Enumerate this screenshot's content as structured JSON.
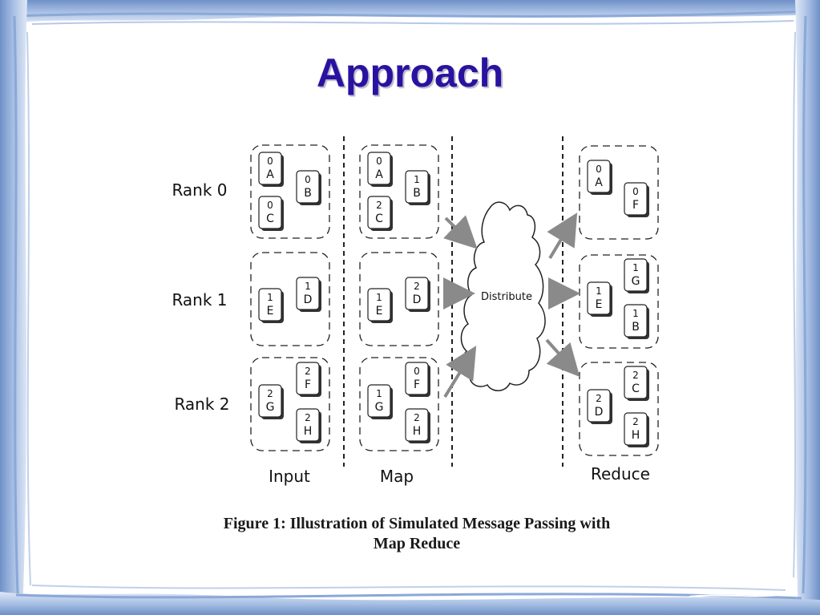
{
  "slide": {
    "title": "Approach",
    "caption_line1": "Figure 1: Illustration of Simulated Message Passing with",
    "caption_line2": "Map Reduce"
  },
  "diagram": {
    "rows": [
      "Rank 0",
      "Rank 1",
      "Rank 2"
    ],
    "stages": [
      "Input",
      "Map",
      "Reduce"
    ],
    "center_label": "Distribute",
    "input": [
      [
        {
          "num": "0",
          "letter": "A"
        },
        {
          "num": "0",
          "letter": "B"
        },
        {
          "num": "0",
          "letter": "C"
        }
      ],
      [
        {
          "num": "1",
          "letter": "E"
        },
        {
          "num": "1",
          "letter": "D"
        }
      ],
      [
        {
          "num": "2",
          "letter": "F"
        },
        {
          "num": "2",
          "letter": "G"
        },
        {
          "num": "2",
          "letter": "H"
        }
      ]
    ],
    "map": [
      [
        {
          "num": "0",
          "letter": "A"
        },
        {
          "num": "1",
          "letter": "B"
        },
        {
          "num": "2",
          "letter": "C"
        }
      ],
      [
        {
          "num": "1",
          "letter": "E"
        },
        {
          "num": "2",
          "letter": "D"
        }
      ],
      [
        {
          "num": "0",
          "letter": "F"
        },
        {
          "num": "1",
          "letter": "G"
        },
        {
          "num": "2",
          "letter": "H"
        }
      ]
    ],
    "reduce": [
      [
        {
          "num": "0",
          "letter": "A"
        },
        {
          "num": "0",
          "letter": "F"
        }
      ],
      [
        {
          "num": "1",
          "letter": "G"
        },
        {
          "num": "1",
          "letter": "E"
        },
        {
          "num": "1",
          "letter": "B"
        }
      ],
      [
        {
          "num": "2",
          "letter": "C"
        },
        {
          "num": "2",
          "letter": "D"
        },
        {
          "num": "2",
          "letter": "H"
        }
      ]
    ]
  },
  "colors": {
    "title": "#2a12a0",
    "frame_blue": "#7c9dd0",
    "frame_light": "#c9d8ee"
  }
}
